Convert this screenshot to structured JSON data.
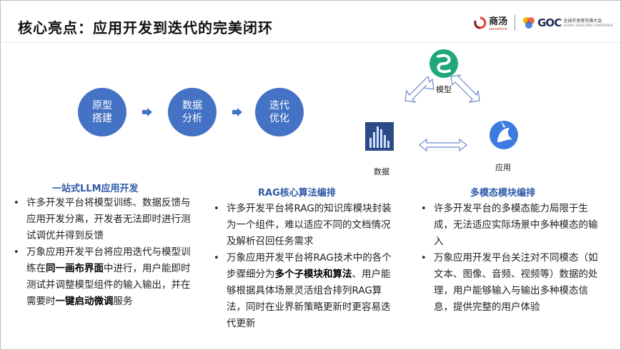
{
  "title": "核心亮点：应用开发到迭代的完美闭环",
  "logos": {
    "shangtang": "商汤",
    "shangtang_sub": "sensetime",
    "gdc": "GOC",
    "gdc_sub": "全球开发者先锋大会",
    "gdc_sub2": "GLOBAL DEVELOPER CONFERENCE"
  },
  "flow": {
    "steps": [
      "原型搭建",
      "数据分析",
      "迭代优化"
    ]
  },
  "cycle": {
    "nodes": [
      "模型",
      "数据",
      "应用"
    ]
  },
  "columns": [
    {
      "title": "一站式LLM应用开发",
      "bullets": [
        [
          "许多开发平台将模型训练、数据反馈与应用开发分离，开发者无法即时进行测试调优并得到反馈"
        ],
        [
          "万象应用开发平台将应用迭代与模型训练在",
          "同一画布界面",
          "中进行，用户能即时测试并调整模型组件的输入输出，并在需要时",
          "一键启动微调",
          "服务"
        ]
      ]
    },
    {
      "title": "RAG核心算法编排",
      "bullets": [
        [
          "许多开发平台将RAG的知识库模块封装为一个组件，难以适应不同的文档情况及解析召回任务需求"
        ],
        [
          "万象应用开发平台将RAG技术中的各个步骤细分为",
          "多个子模块和算法",
          "、用户能够根据具体场景灵活组合排列RAG算法，同时在业界新策略更新时更容易迭代更新"
        ]
      ]
    },
    {
      "title": "多模态模块编排",
      "bullets": [
        [
          "许多开发平台的多模态能力局限于生成，无法适应实际场景中多种模态的输入"
        ],
        [
          "万象应用开发平台关注对不同模态（如文本、图像、音频、视频等）数据的处理，用户能够输入与输出多种模态信息，提供完整的用户体验"
        ]
      ]
    }
  ],
  "colors": {
    "accent": "#4472c4",
    "heading": "#2e5aa8"
  }
}
